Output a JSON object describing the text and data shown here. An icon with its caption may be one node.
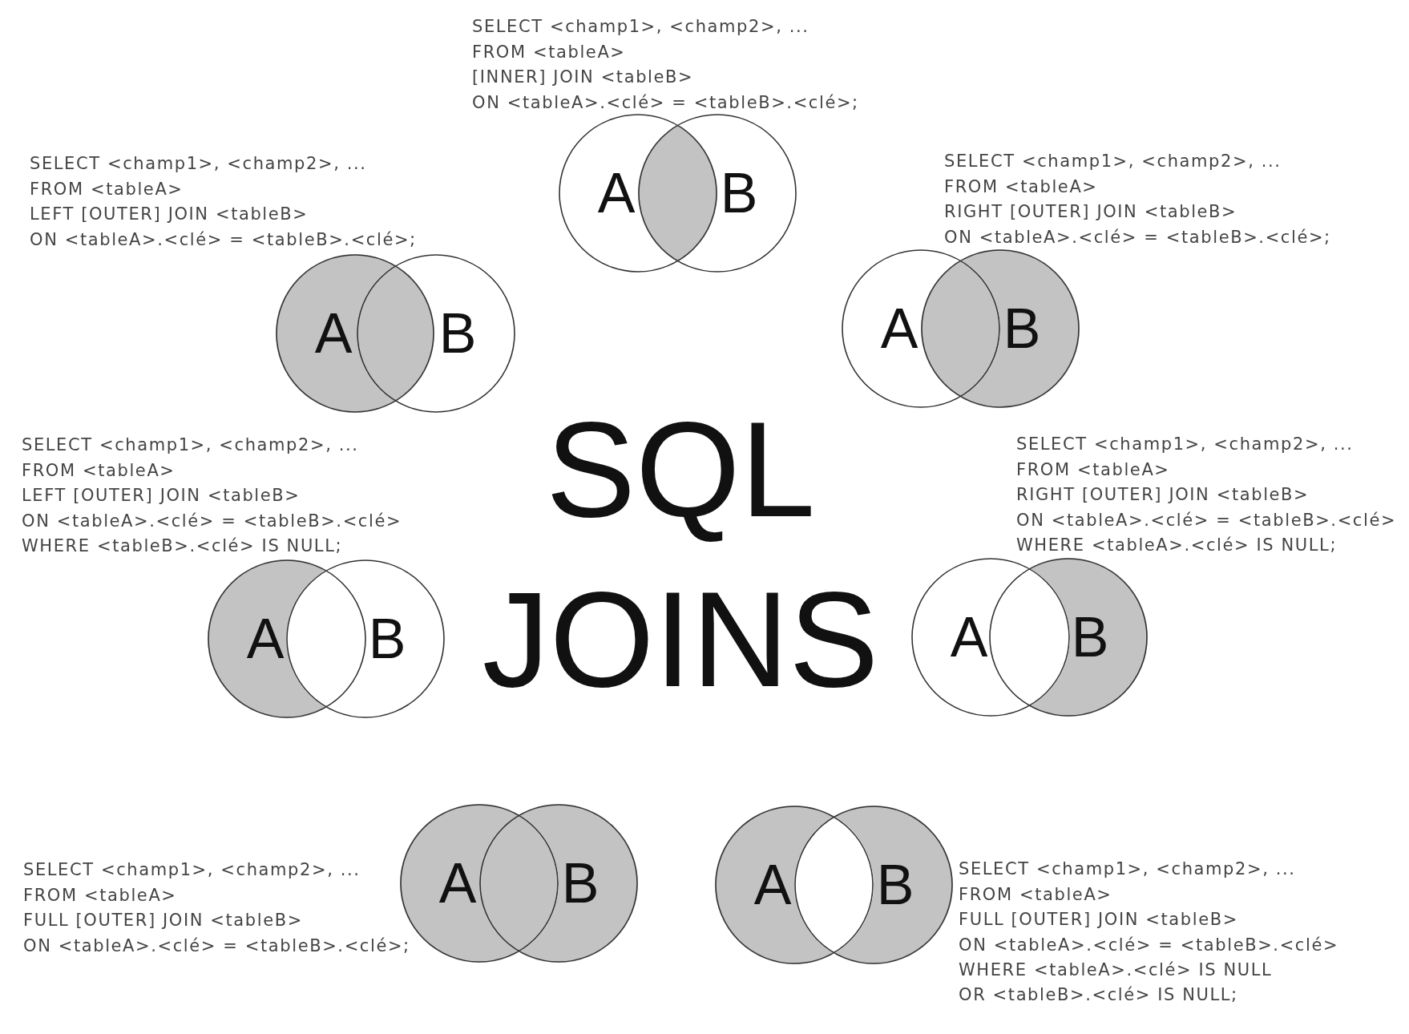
{
  "diagram": {
    "title": "SQL JOINS",
    "nodes": [
      {
        "text": [
          "A"
        ]
      },
      {
        "text": [
          "B"
        ]
      },
      {
        "text": [
          "A"
        ]
      },
      {
        "text": [
          "B"
        ]
      },
      {
        "text": [
          "A"
        ]
      },
      {
        "text": [
          "B"
        ]
      },
      {
        "text": [
          "A"
        ]
      },
      {
        "text": [
          "B"
        ]
      },
      {
        "text": [
          "A"
        ]
      },
      {
        "text": [
          "B"
        ]
      },
      {
        "text": [
          "A"
        ]
      },
      {
        "text": [
          "B"
        ]
      },
      {
        "text": [
          "A"
        ]
      },
      {
        "text": [
          "B"
        ]
      }
    ],
    "labels": [
      "SELECT <champ1>, <champ2>, ...",
      "FROM <tableA>",
      "[INNER] JOIN <tableB>",
      "ON <tableA>.<clé> = <tableB>.<clé>;",
      "SELECT <champ1>, <champ2>, ...",
      "FROM <tableA>",
      "LEFT [OUTER] JOIN <tableB>",
      "ON <tableA>.<clé> = <tableB>.<clé>;",
      "SELECT <champ1>, <champ2>, ...",
      "FROM <tableA>",
      "RIGHT [OUTER] JOIN <tableB>",
      "ON <tableA>.<clé> = <tableB>.<clé>;",
      "SELECT <champ1>, <champ2>, ...",
      "FROM <tableA>",
      "LEFT [OUTER] JOIN <tableB>",
      "ON <tableA>.<clé> = <tableB>.<clé>",
      "WHERE <tableB>.<clé> IS NULL;",
      "SELECT <champ1>, <champ2>, ...",
      "FROM <tableA>",
      "RIGHT [OUTER] JOIN <tableB>",
      "ON <tableA>.<clé> = <tableB>.<clé>",
      "WHERE <tableA>.<clé> IS NULL;",
      "SELECT <champ1>, <champ2>, ...",
      "FROM <tableA>",
      "FULL [OUTER] JOIN <tableB>",
      "ON <tableA>.<clé> = <tableB>.<clé>;",
      "SELECT <champ1>, <champ2>, ...",
      "FROM <tableA>",
      "FULL [OUTER] JOIN <tableB>",
      "ON <tableA>.<clé> = <tableB>.<clé>",
      "WHERE <tableA>.<clé> IS NULL",
      "OR <tableB>.<clé> IS NULL;"
    ]
  }
}
